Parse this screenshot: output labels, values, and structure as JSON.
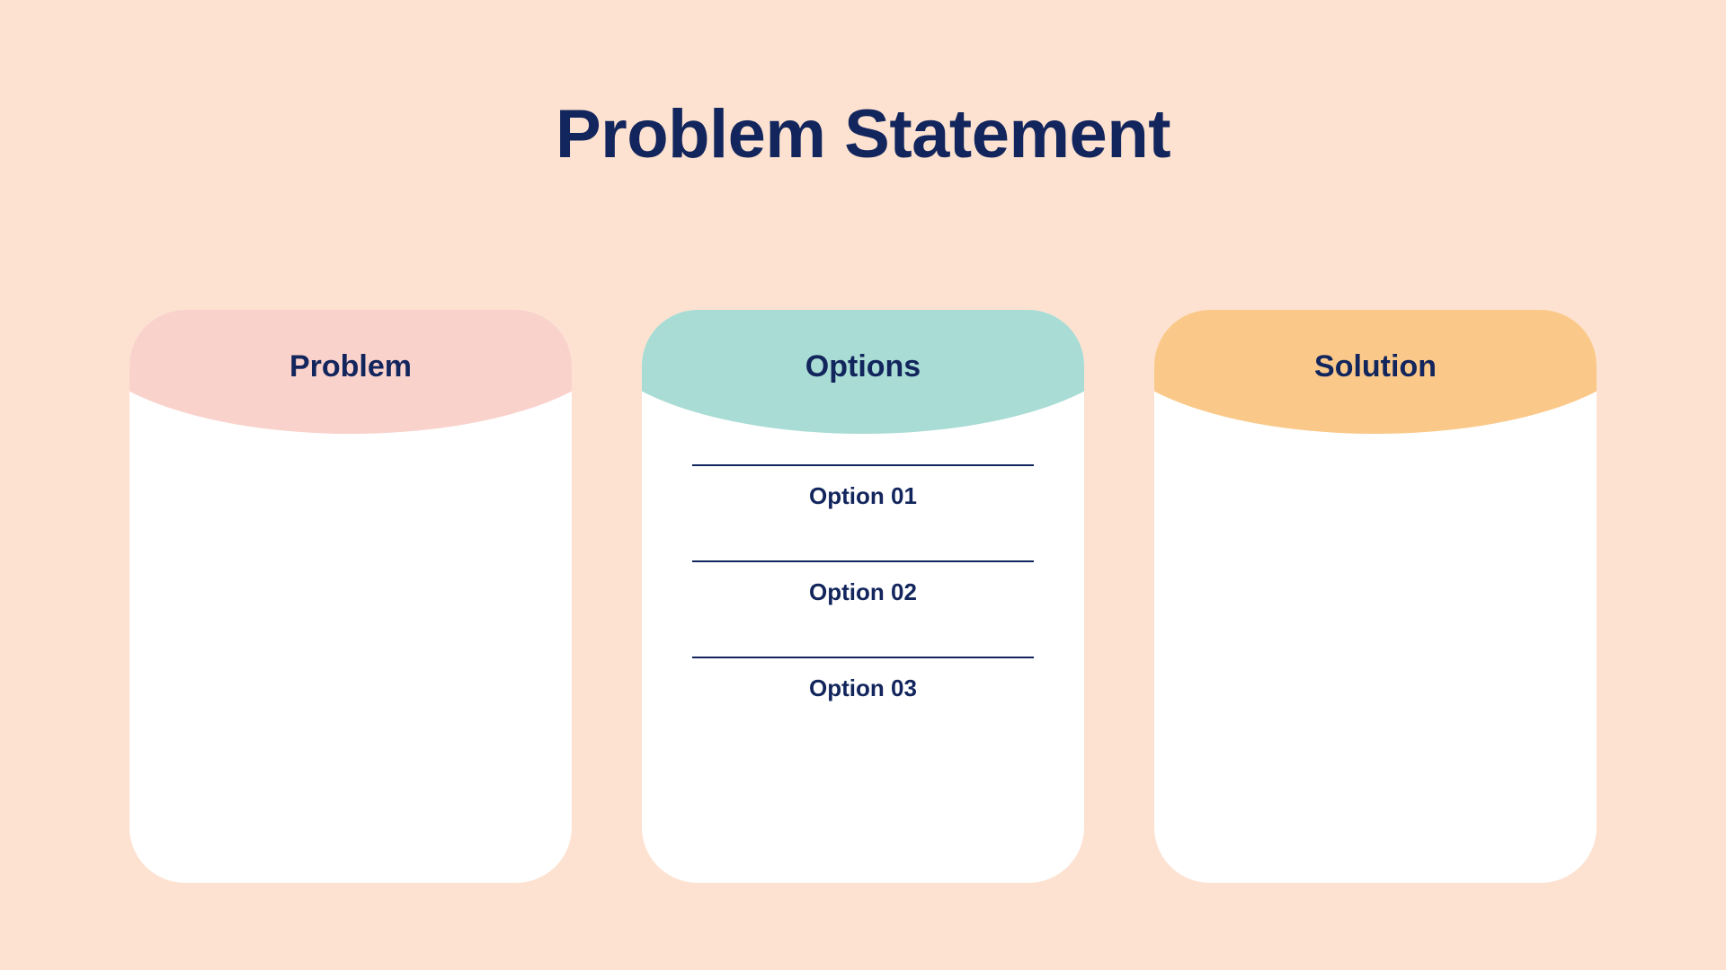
{
  "slide": {
    "title": "Problem Statement",
    "background_color": "#FDE2D1",
    "text_color": "#12255C"
  },
  "cards": [
    {
      "id": "problem",
      "title": "Problem",
      "banner_color": "#FAD2CC",
      "items": []
    },
    {
      "id": "options",
      "title": "Options",
      "banner_color": "#A8DCD4",
      "items": [
        {
          "label": "Option 01"
        },
        {
          "label": "Option 02"
        },
        {
          "label": "Option 03"
        }
      ]
    },
    {
      "id": "solution",
      "title": "Solution",
      "banner_color": "#FAC98A",
      "items": []
    }
  ]
}
